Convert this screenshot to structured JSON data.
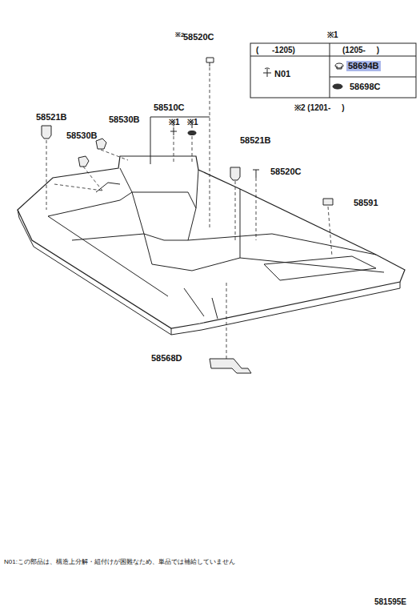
{
  "diagram": {
    "labels": [
      "※2",
      "58520C",
      "※1",
      "(      -1205)",
      "(1205-     )",
      "N01",
      "58694B",
      "58698C",
      "※2 (1201-     )",
      "58510C",
      "※1",
      "※1",
      "58521B",
      "58530B",
      "58530B",
      "58521B",
      "58520C",
      "58591",
      "58568D",
      "N01:この部品は、構造上分解・組付けが困難なため、単品では補給していません",
      "581595E"
    ]
  }
}
